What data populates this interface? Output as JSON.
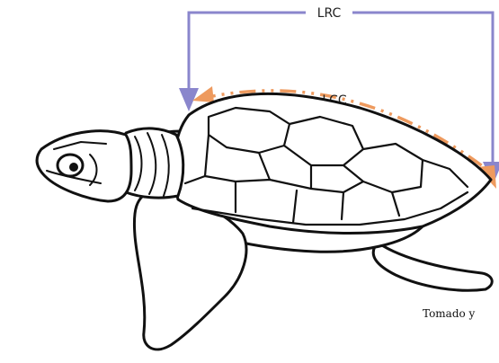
{
  "figure": {
    "labels": {
      "lrc": "LRC",
      "lcc": "LCC"
    },
    "credit_text": "Tomado y",
    "colors": {
      "lrc_arrow": "#8a86cc",
      "lcc_arrow": "#ee9a5e",
      "outline": "#111111",
      "background": "#ffffff"
    }
  }
}
